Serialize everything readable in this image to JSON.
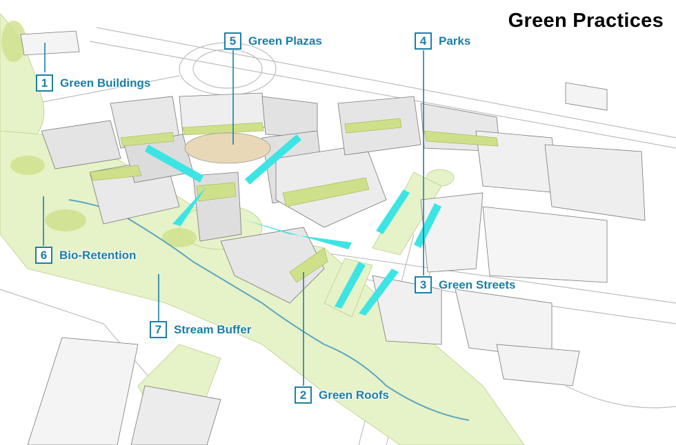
{
  "title": "Green Practices",
  "colors": {
    "accent": "#1a7fa5",
    "arrow": "#3de4e4",
    "green_area": "#e6f2c7",
    "green_roof": "#cfe08a",
    "stream": "#5aa7c2"
  },
  "callouts": [
    {
      "num": "1",
      "label": "Green Buildings"
    },
    {
      "num": "2",
      "label": "Green Roofs"
    },
    {
      "num": "3",
      "label": "Green Streets"
    },
    {
      "num": "4",
      "label": "Parks"
    },
    {
      "num": "5",
      "label": "Green Plazas"
    },
    {
      "num": "6",
      "label": "Bio-Retention"
    },
    {
      "num": "7",
      "label": "Stream Buffer"
    }
  ]
}
